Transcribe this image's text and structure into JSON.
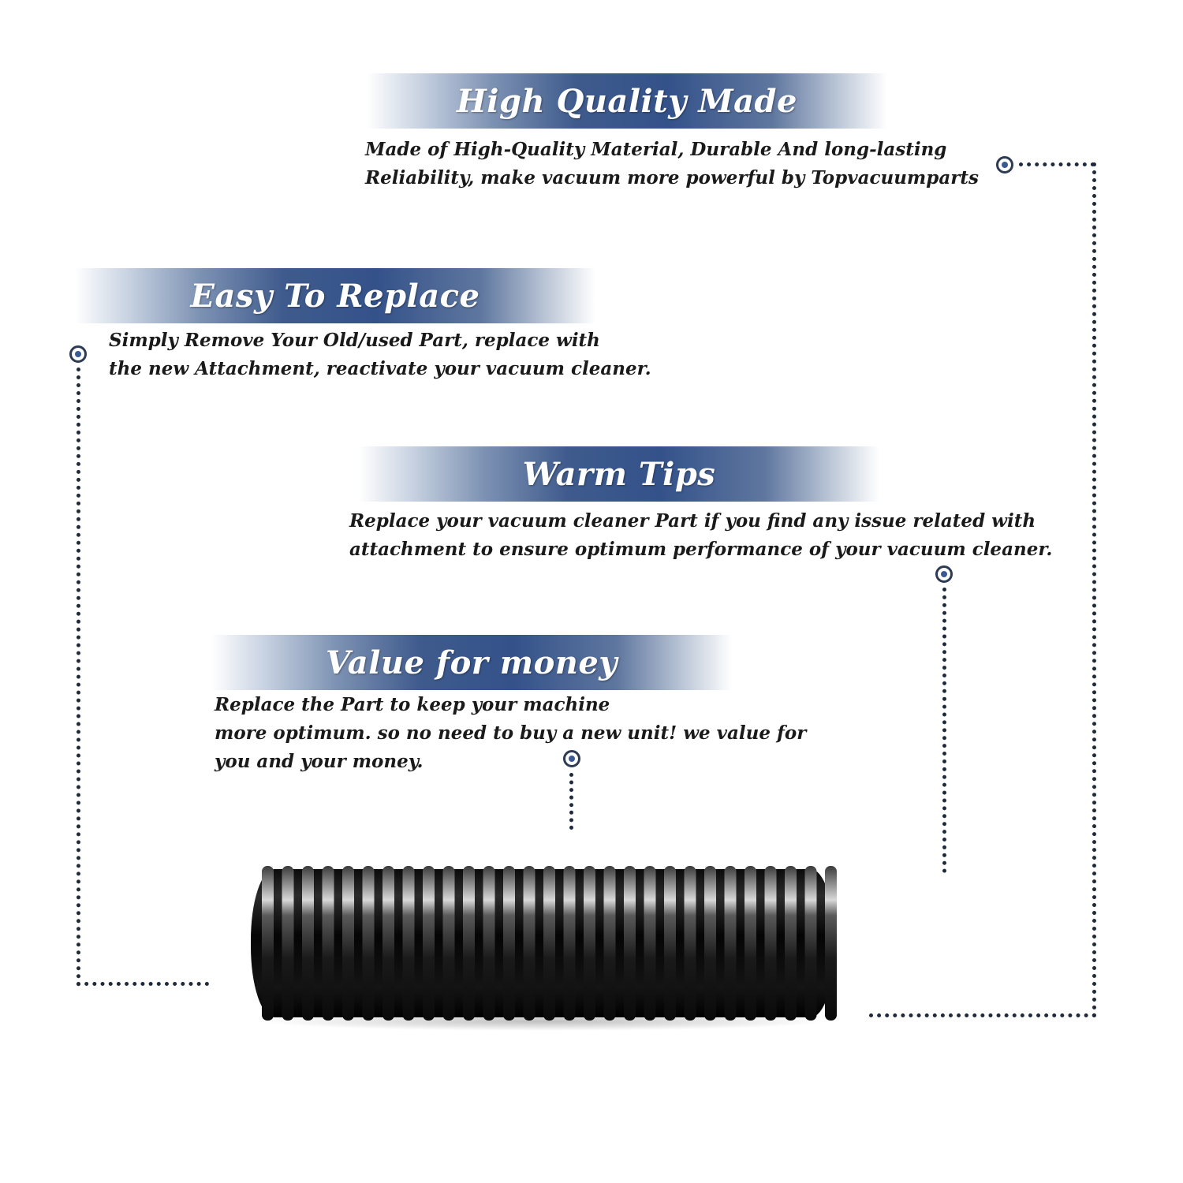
{
  "sections": {
    "high_quality": {
      "title": "High Quality Made",
      "lines": [
        "Made of  High-Quality Material, Durable And long-lasting",
        "Reliability, make vacuum more powerful by Topvacuumparts"
      ]
    },
    "easy_replace": {
      "title": "Easy To Replace",
      "lines": [
        "Simply Remove Your Old/used Part, replace with",
        "the new Attachment, reactivate your vacuum cleaner."
      ]
    },
    "warm_tips": {
      "title": "Warm Tips",
      "lines": [
        "Replace your vacuum cleaner Part if you find any issue related with",
        " attachment to ensure optimum performance of your vacuum cleaner."
      ]
    },
    "value_money": {
      "title": "Value for money",
      "lines": [
        "Replace the Part to keep your machine",
        "more optimum. so no need to buy a new unit! we value for",
        "you and your money."
      ]
    }
  },
  "colors": {
    "banner_dark": "#34528a",
    "text": "#1a1a1a",
    "marker_dot": "#3b5a94"
  },
  "product_image": "ribbed-black-hose"
}
